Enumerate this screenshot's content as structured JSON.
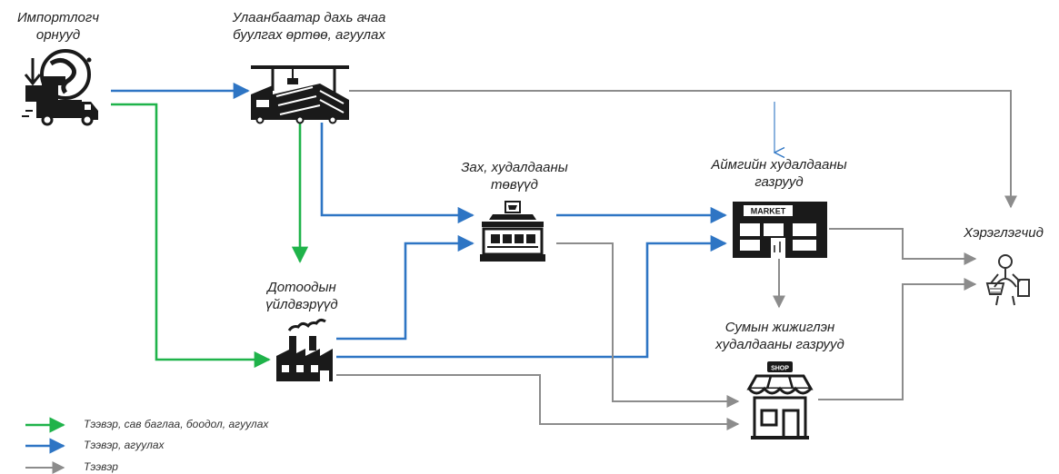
{
  "nodes": {
    "importers": "Импортлогч\nорнууд",
    "ub_terminal": "Улаанбаатар дахь ачаа\nбуулгах өртөө, агуулах",
    "markets": "Зах, худалдааны\nтөвүүд",
    "aimag_shops": "Аймгийн худалдааны\nгазрууд",
    "producers": "Дотоодын\nүйлдвэрүүд",
    "soum_shops": "Сумын жижиглэн\nхудалдааны газрууд",
    "consumers": "Хэрэглэгчид"
  },
  "icon_text": {
    "market_sign": "MARKET",
    "shop_sign": "SHOP"
  },
  "legend": [
    {
      "label": "Тээвэр, сав баглаа, боодол, агуулах",
      "color": "#1fb34a"
    },
    {
      "label": "Тээвэр, агуулах",
      "color": "#2e75c4"
    },
    {
      "label": "Тээвэр",
      "color": "#8c8c8c"
    }
  ],
  "colors": {
    "green": "#1fb34a",
    "blue": "#2e75c4",
    "gray": "#8c8c8c",
    "dark": "#1a1a1a"
  }
}
